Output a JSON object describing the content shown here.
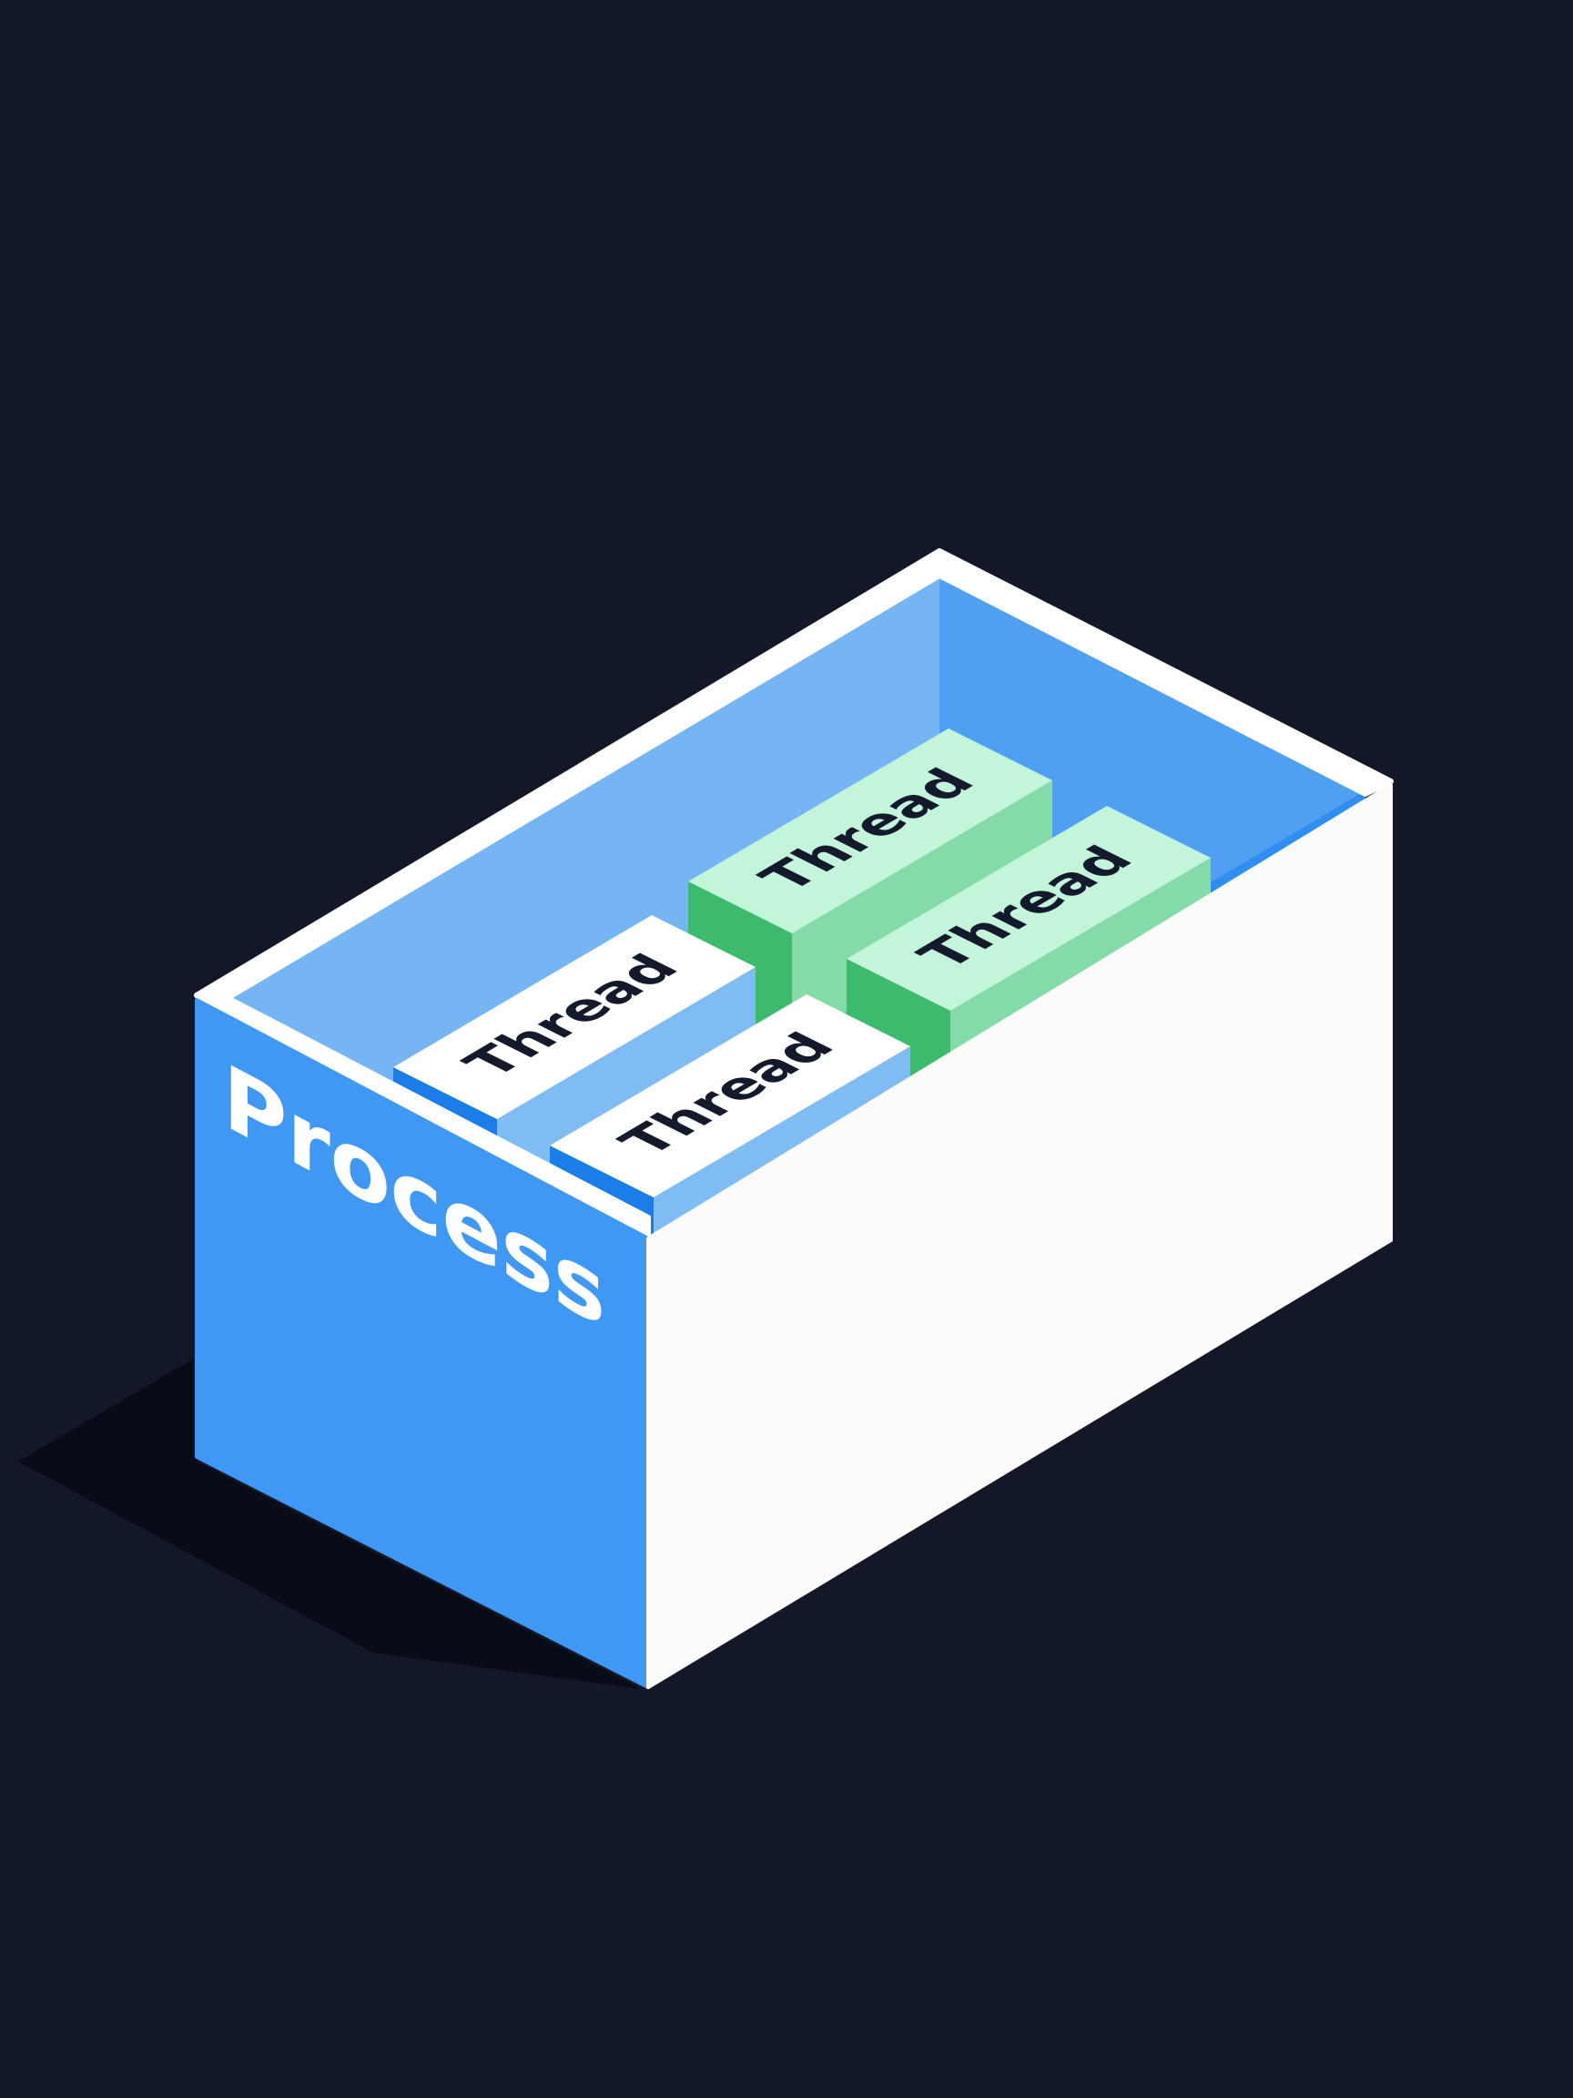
{
  "colors": {
    "background": "#121828",
    "process_blue": "#3f98f4",
    "process_blue_light": "#7ab8f4",
    "process_blue_deep": "#2487ee",
    "process_rim": "#ffffff",
    "process_right_face": "#fbfbf9",
    "thread_white_top": "#ffffff",
    "thread_white_side": "#1b7ee8",
    "thread_white_side_light": "#7fbcf3",
    "thread_green_top": "#c2f5d9",
    "thread_green_side": "#3dbb6c",
    "thread_green_side_light": "#83dca8",
    "thread_text": "#131a2c",
    "shadow": "#070a14"
  },
  "diagram": {
    "container_label": "Process",
    "threads": [
      {
        "label": "Thread",
        "style": "green",
        "position": "back-left"
      },
      {
        "label": "Thread",
        "style": "green",
        "position": "back-right"
      },
      {
        "label": "Thread",
        "style": "white",
        "position": "front-left"
      },
      {
        "label": "Thread",
        "style": "white",
        "position": "front-right"
      }
    ]
  }
}
